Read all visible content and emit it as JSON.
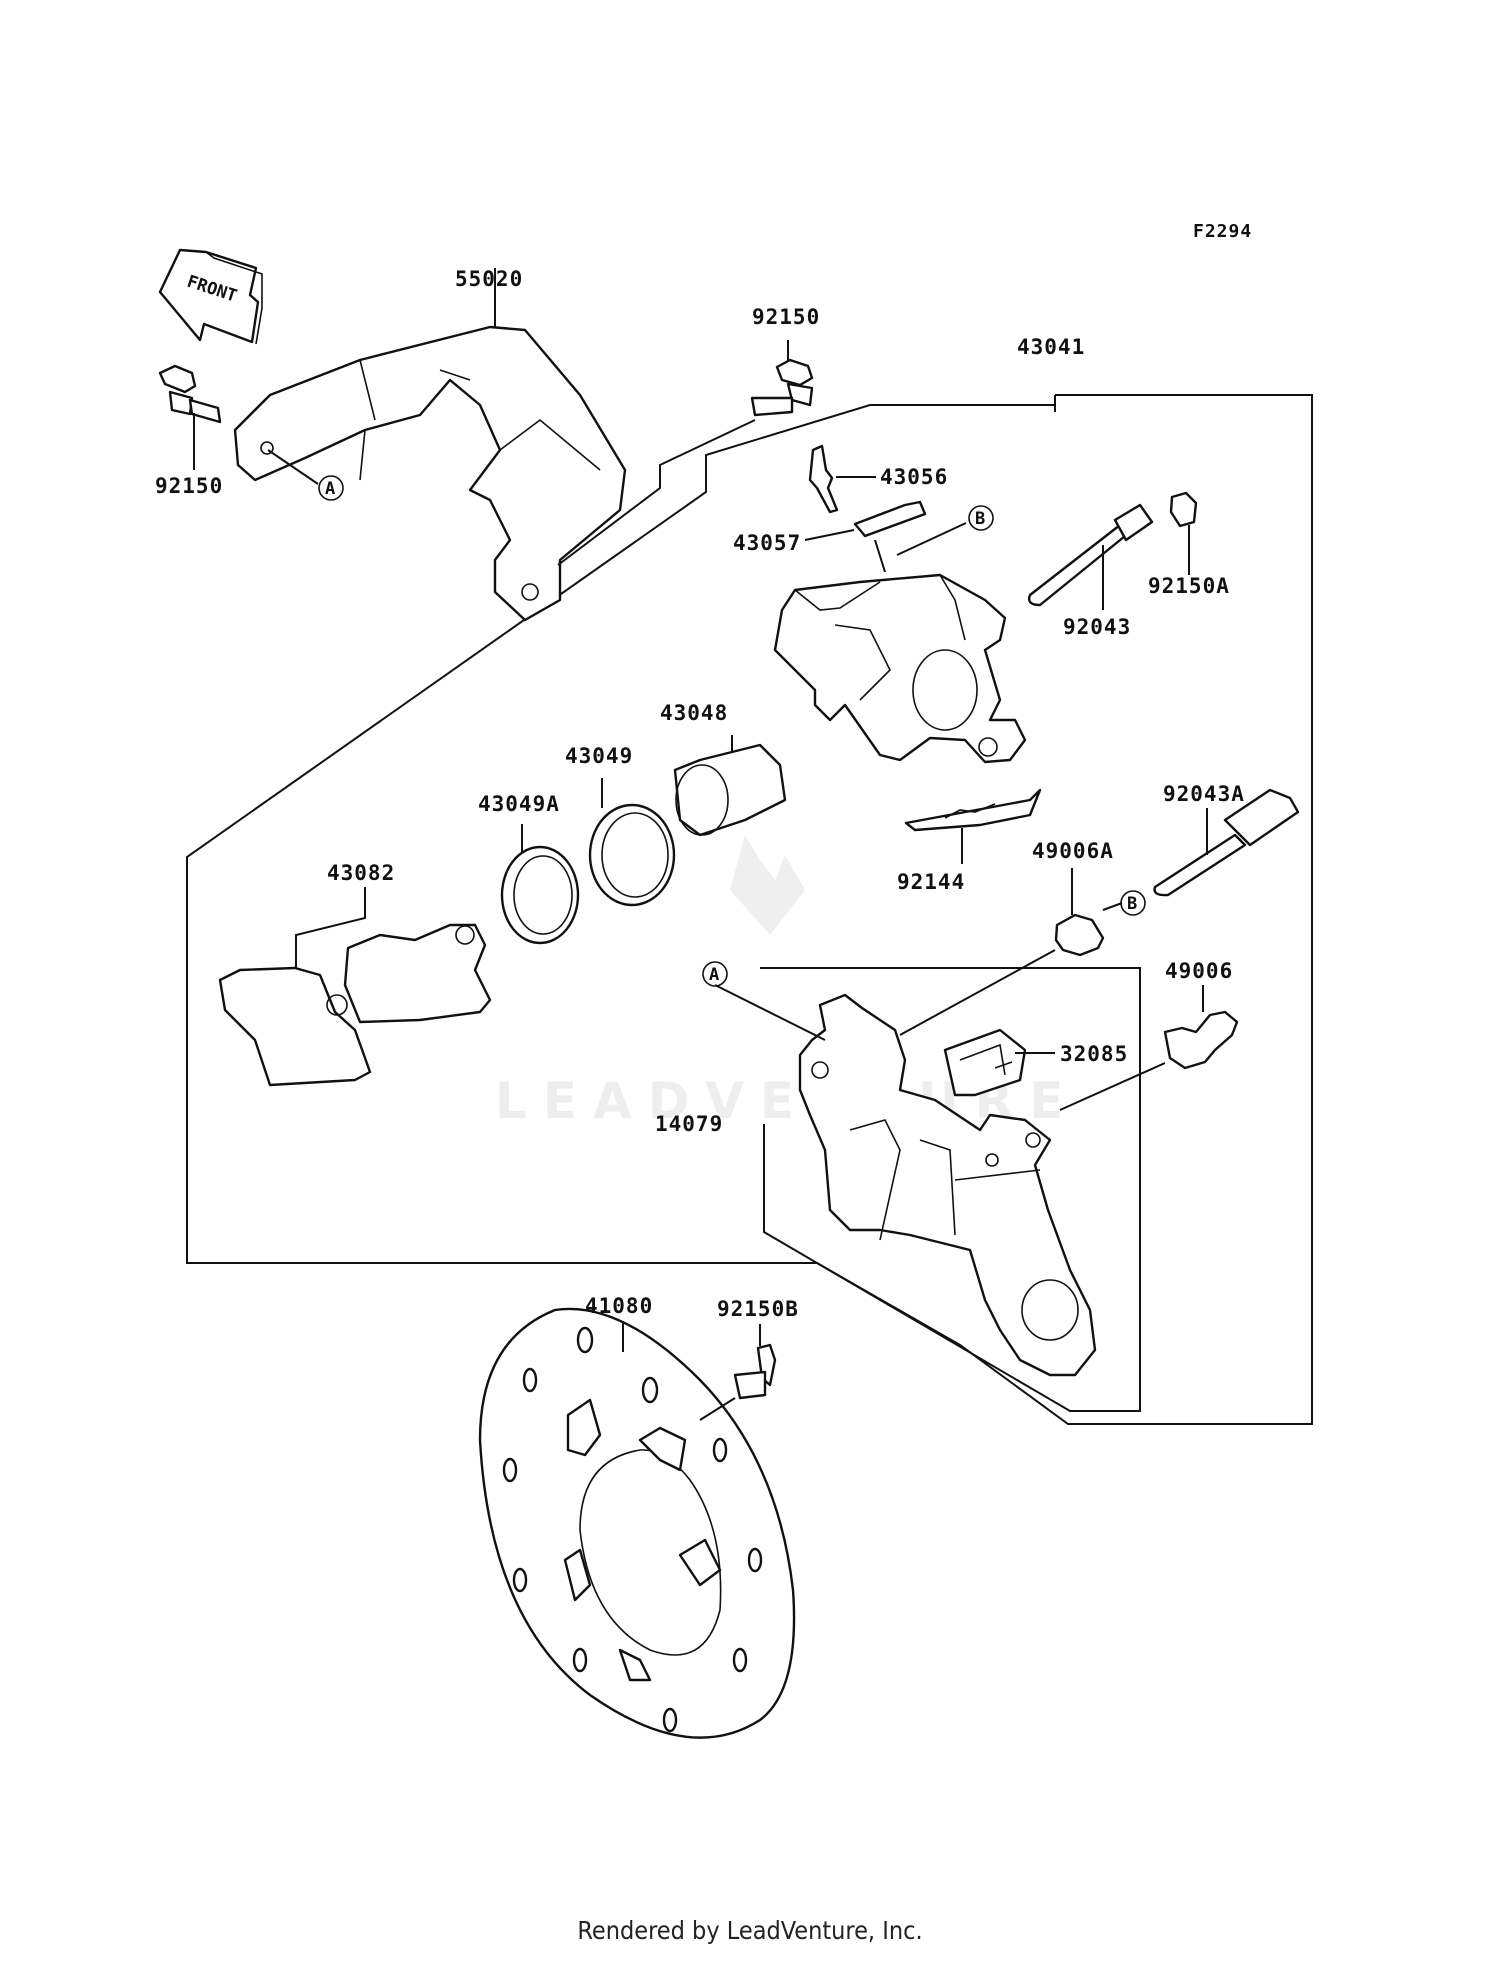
{
  "figure_code": "F2294",
  "front_arrow_label": "FRONT",
  "watermark": "LEADVENTURE",
  "footer": "Rendered by LeadVenture, Inc.",
  "callouts": {
    "a": "A",
    "b": "B"
  },
  "parts": {
    "p55020": "55020",
    "p92150_top": "92150",
    "p92150_left": "92150",
    "p43041": "43041",
    "p43056": "43056",
    "p43057": "43057",
    "p92043": "92043",
    "p92150A": "92150A",
    "p43048": "43048",
    "p43049": "43049",
    "p43049A": "43049A",
    "p43082": "43082",
    "p92144": "92144",
    "p92043A": "92043A",
    "p49006A": "49006A",
    "p49006": "49006",
    "p32085": "32085",
    "p14079": "14079",
    "p41080": "41080",
    "p92150B": "92150B"
  }
}
